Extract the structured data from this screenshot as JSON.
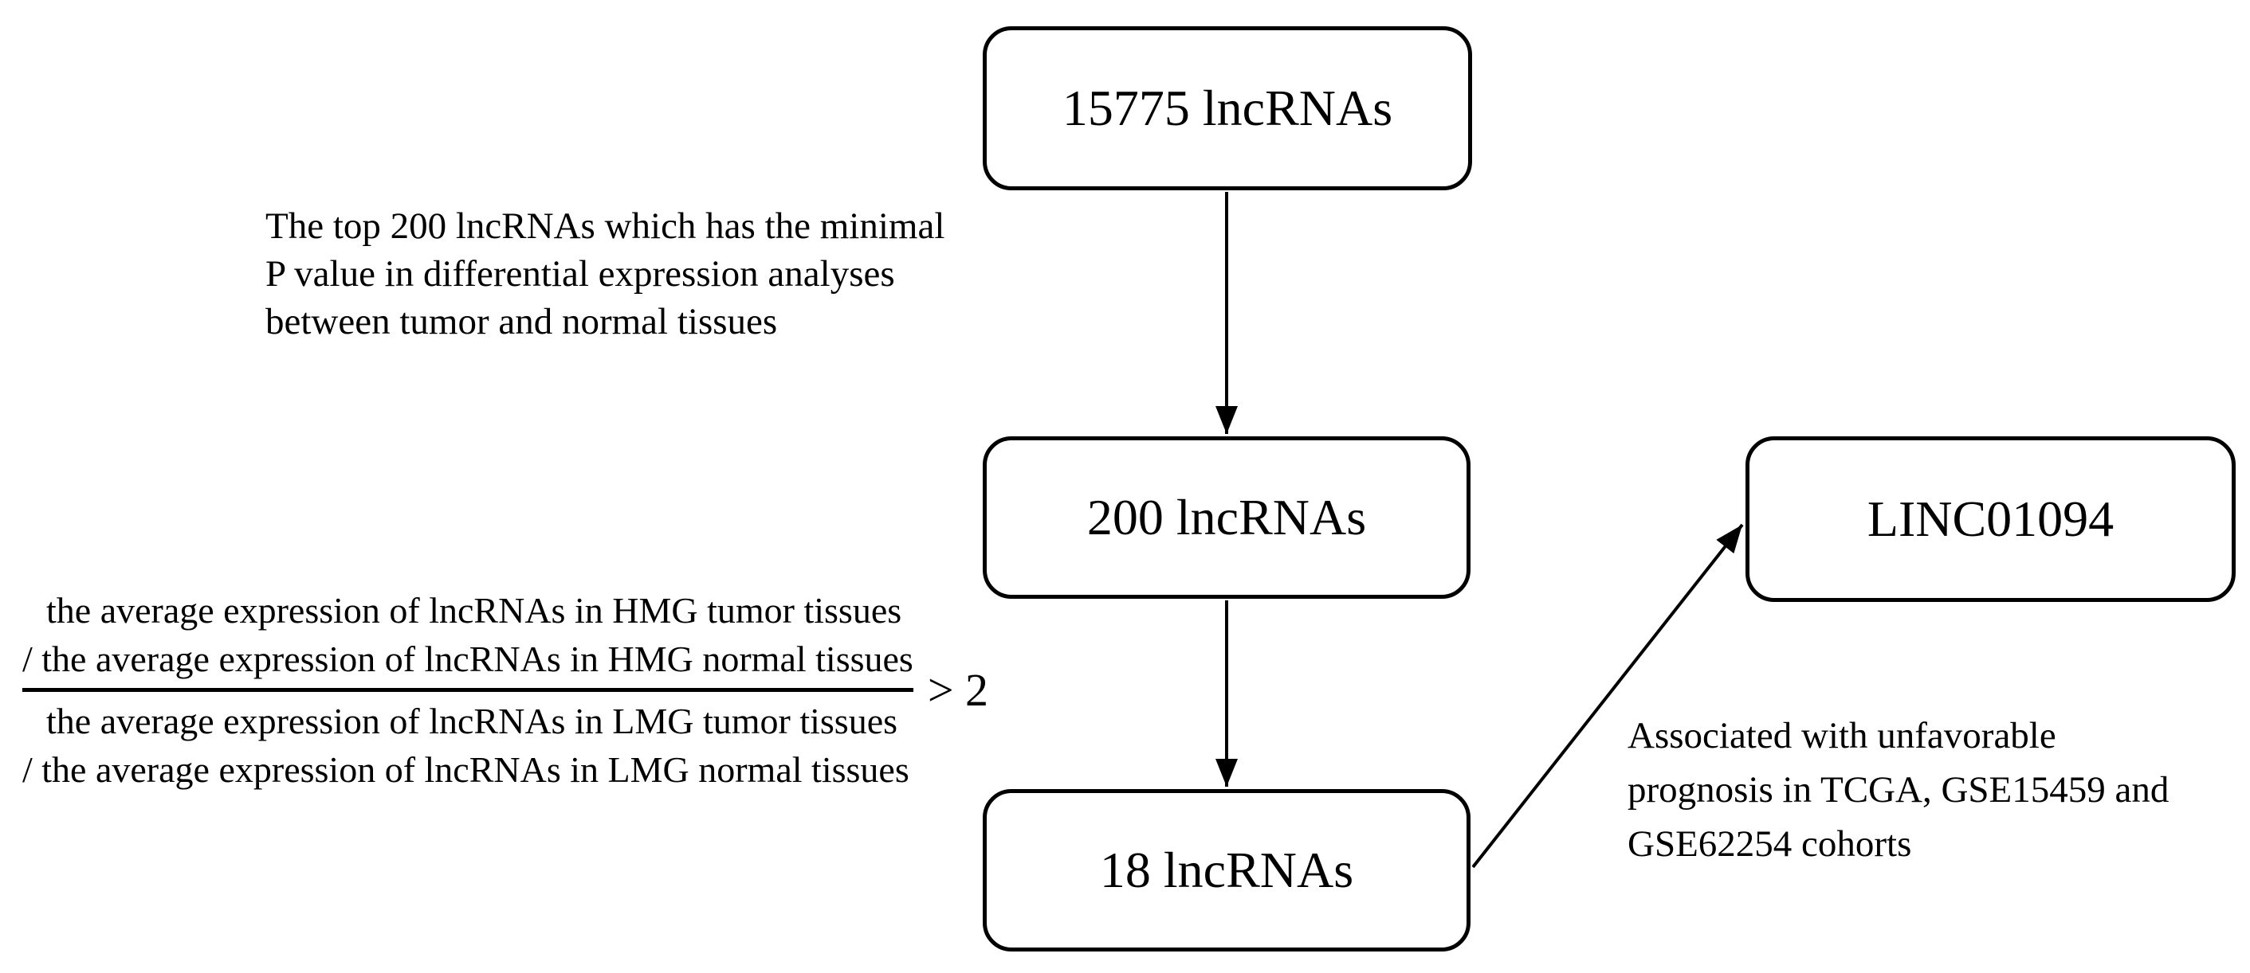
{
  "figure": {
    "background_color": "#ffffff",
    "stroke_color": "#000000",
    "nodes": {
      "n15775": {
        "label": "15775 lncRNAs"
      },
      "n200": {
        "label": "200 lncRNAs"
      },
      "n18": {
        "label": "18 lncRNAs"
      },
      "linc01094": {
        "label": "LINC01094"
      }
    },
    "annotations": {
      "top_filter": {
        "lines": [
          "The top 200 lncRNAs which has the minimal",
          "P value in differential expression analyses",
          "between tumor and normal tissues"
        ]
      },
      "ratio_filter": {
        "numerator_lines": [
          "the average expression of lncRNAs in HMG tumor tissues",
          "/ the average expression of lncRNAs in HMG normal tissues"
        ],
        "denominator_lines": [
          "the average expression of lncRNAs in LMG tumor tissues",
          "/ the average expression of lncRNAs in LMG normal tissues"
        ],
        "comparator": "> 2"
      },
      "prognosis": {
        "lines": [
          "Associated with unfavorable",
          "prognosis in TCGA, GSE15459 and",
          "GSE62254 cohorts"
        ]
      }
    }
  }
}
